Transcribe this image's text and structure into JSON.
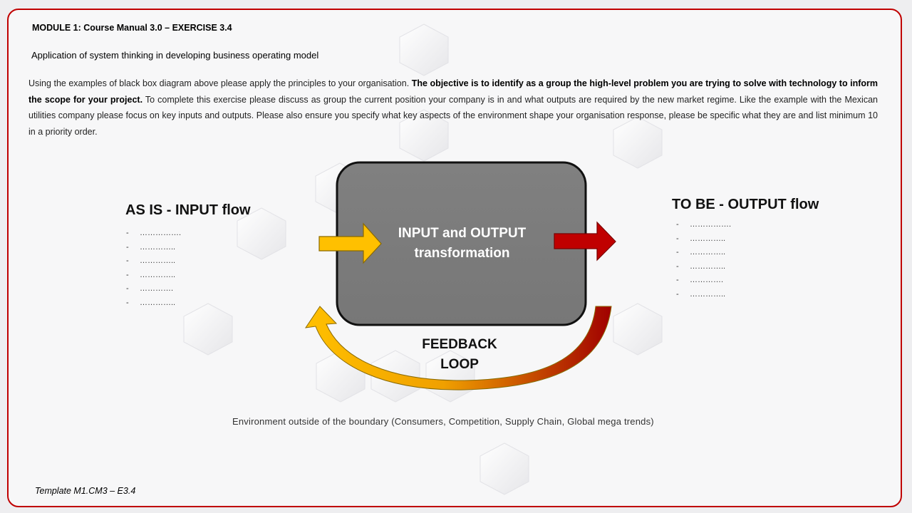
{
  "header": {
    "module_title": "MODULE 1: Course Manual 3.0 – EXERCISE 3.4",
    "subtitle": "Application of system thinking in developing business operating model"
  },
  "instructions": {
    "part1": "Using the examples of black box diagram above please apply the principles to your organisation. ",
    "bold": "The objective is to identify as a group the high-level problem you are trying to solve with technology to inform the scope for your project.",
    "part2": " To complete this exercise please discuss as group the current position your company is in and what outputs are required by the new market regime. Like the example with the Mexican utilities company please focus on key inputs and outputs. Please also ensure you specify what key aspects of the environment shape your organisation response, please be specific what they are and list minimum  10 in a priority order."
  },
  "diagram": {
    "input_title": "AS IS - INPUT flow",
    "input_items": [
      "…………….",
      "…………..",
      "…………..",
      "…………..",
      "………….",
      "………….."
    ],
    "output_title": "TO BE - OUTPUT flow",
    "output_items": [
      "…………….",
      "…………..",
      "…………..",
      "…………..",
      "………….",
      "………….."
    ],
    "center_label_line1": "INPUT and OUTPUT",
    "center_label_line2": "transformation",
    "feedback_line1": "FEEDBACK",
    "feedback_line2": "LOOP",
    "environment": "Environment outside of the boundary (Consumers, Competition, Supply Chain, Global mega trends)",
    "colors": {
      "box_fill": "#7f7f7f",
      "input_arrow": "#ffc000",
      "output_arrow": "#c00000",
      "frame_border": "#c00000"
    }
  },
  "footer": {
    "template_label": "Template M1.CM3 – E3.4"
  }
}
